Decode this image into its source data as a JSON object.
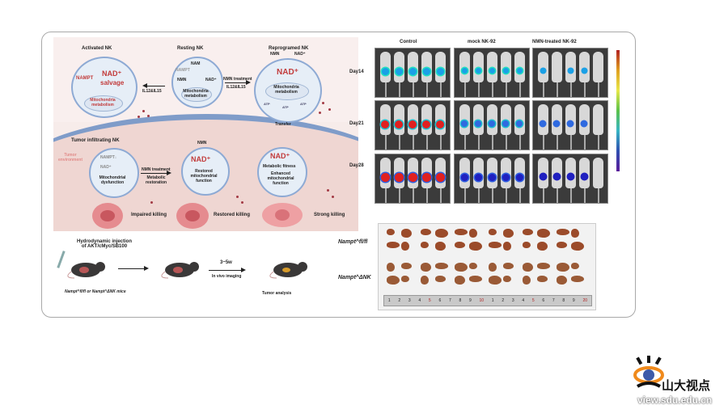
{
  "schematic": {
    "top_row": {
      "activated_nk": {
        "title": "Activated NK",
        "nampt": "NAMPT",
        "nad": "NAD⁺",
        "salvage": "salvage",
        "mito": "Mitochondria metabolism"
      },
      "resting_nk": {
        "title": "Resting NK",
        "nam": "NAM",
        "nampt": "NAMPT",
        "nmn": "NMN",
        "nad": "NAD⁺",
        "mito": "Mitochondria metabolism"
      },
      "reprogramed_nk": {
        "title": "Reprogramed NK",
        "nmn": "NMN",
        "nad_in": "NAD⁺",
        "nad": "NAD⁺",
        "mito": "Mitochondria metabolism",
        "atp": "ATP"
      },
      "arrow_il": "IL12&IL15",
      "arrow_nmn_top": "NMN treatment",
      "arrow_nmn_bottom": "IL12&IL15",
      "transfer": "Transfer"
    },
    "bottom_row": {
      "tumor_infiltrating_nk": {
        "title": "Tumor infiltrating NK",
        "env": "Tumor environment",
        "nampt": "NAMPT↓",
        "nad": "NAD⁺",
        "mito": "Mitochondrial dysfunction",
        "killing": "Impaired killing"
      },
      "arrow_top": "NMN treatment",
      "arrow_bottom": "Metabolic restoration",
      "restored": {
        "nmn": "NMN",
        "nad": "NAD⁺",
        "mito": "Restored mitochondrial function",
        "killing": "Restored killing"
      },
      "fitness": {
        "nad": "NAD⁺",
        "fitness": "Metabolic fitness",
        "mito": "Enhanced mitochondrial function",
        "killing": "Strong killing"
      }
    }
  },
  "workflow": {
    "injection": "Hydrodynamic injection of AKT/cMyc/SB100",
    "mice": "Nampt^fl/fl or Nampt^ΔNK mice",
    "duration": "3~5w",
    "imaging": "In vivo imaging",
    "analysis": "Tumor analysis"
  },
  "imaging": {
    "columns": [
      "Control",
      "mock NK-92",
      "NMN-treated NK-92"
    ],
    "rows": [
      "Day14",
      "Day21",
      "Day28"
    ]
  },
  "livers": {
    "rows": [
      "Nampt^fl/fl",
      "Nampt^ΔNK"
    ],
    "ruler_ticks": [
      "1",
      "2",
      "3",
      "4",
      "5",
      "6",
      "7",
      "8",
      "9",
      "10",
      "1",
      "2",
      "3",
      "4",
      "5",
      "6",
      "7",
      "8",
      "9",
      "20"
    ]
  },
  "watermark": {
    "brand": "山大视点",
    "url": "view.sdu.edu.cn"
  },
  "colors": {
    "nad_red": "#c23b3b",
    "membrane_blue": "#7f9cc9",
    "cell_fill": "#e6eef7"
  }
}
